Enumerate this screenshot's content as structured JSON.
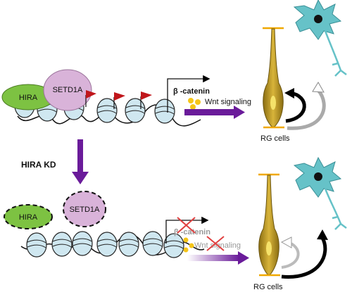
{
  "top_panel": {
    "proteins": {
      "hira": "HIRA",
      "setd1a": "SETD1A"
    },
    "beta_catenin": "β -catenin",
    "wnt": "Wnt signaling",
    "cells_label": "RG cells"
  },
  "transition": {
    "label": "HIRA KD"
  },
  "bottom_panel": {
    "proteins": {
      "hira": "HIRA",
      "setd1a": "SETD1A"
    },
    "beta_catenin": "β -catenin",
    "wnt": "Wnt signaling",
    "cells_label": "RG cells"
  },
  "colors": {
    "hira": "#7dc242",
    "setd1a": "#d9b3d9",
    "nucleosome": "#cfe7f0",
    "flag": "#c0161b",
    "beta_catenin": "#f5c518",
    "arrow_purple": "#6a1b9a",
    "rg_cell": "#c9a227",
    "neuron": "#66c2c8",
    "inhibit_cross": "#e04040"
  },
  "icons": [
    "nucleosome-icon",
    "flag-icon",
    "arrow-icon",
    "neuron-icon",
    "rg-cell-icon",
    "cross-icon"
  ]
}
